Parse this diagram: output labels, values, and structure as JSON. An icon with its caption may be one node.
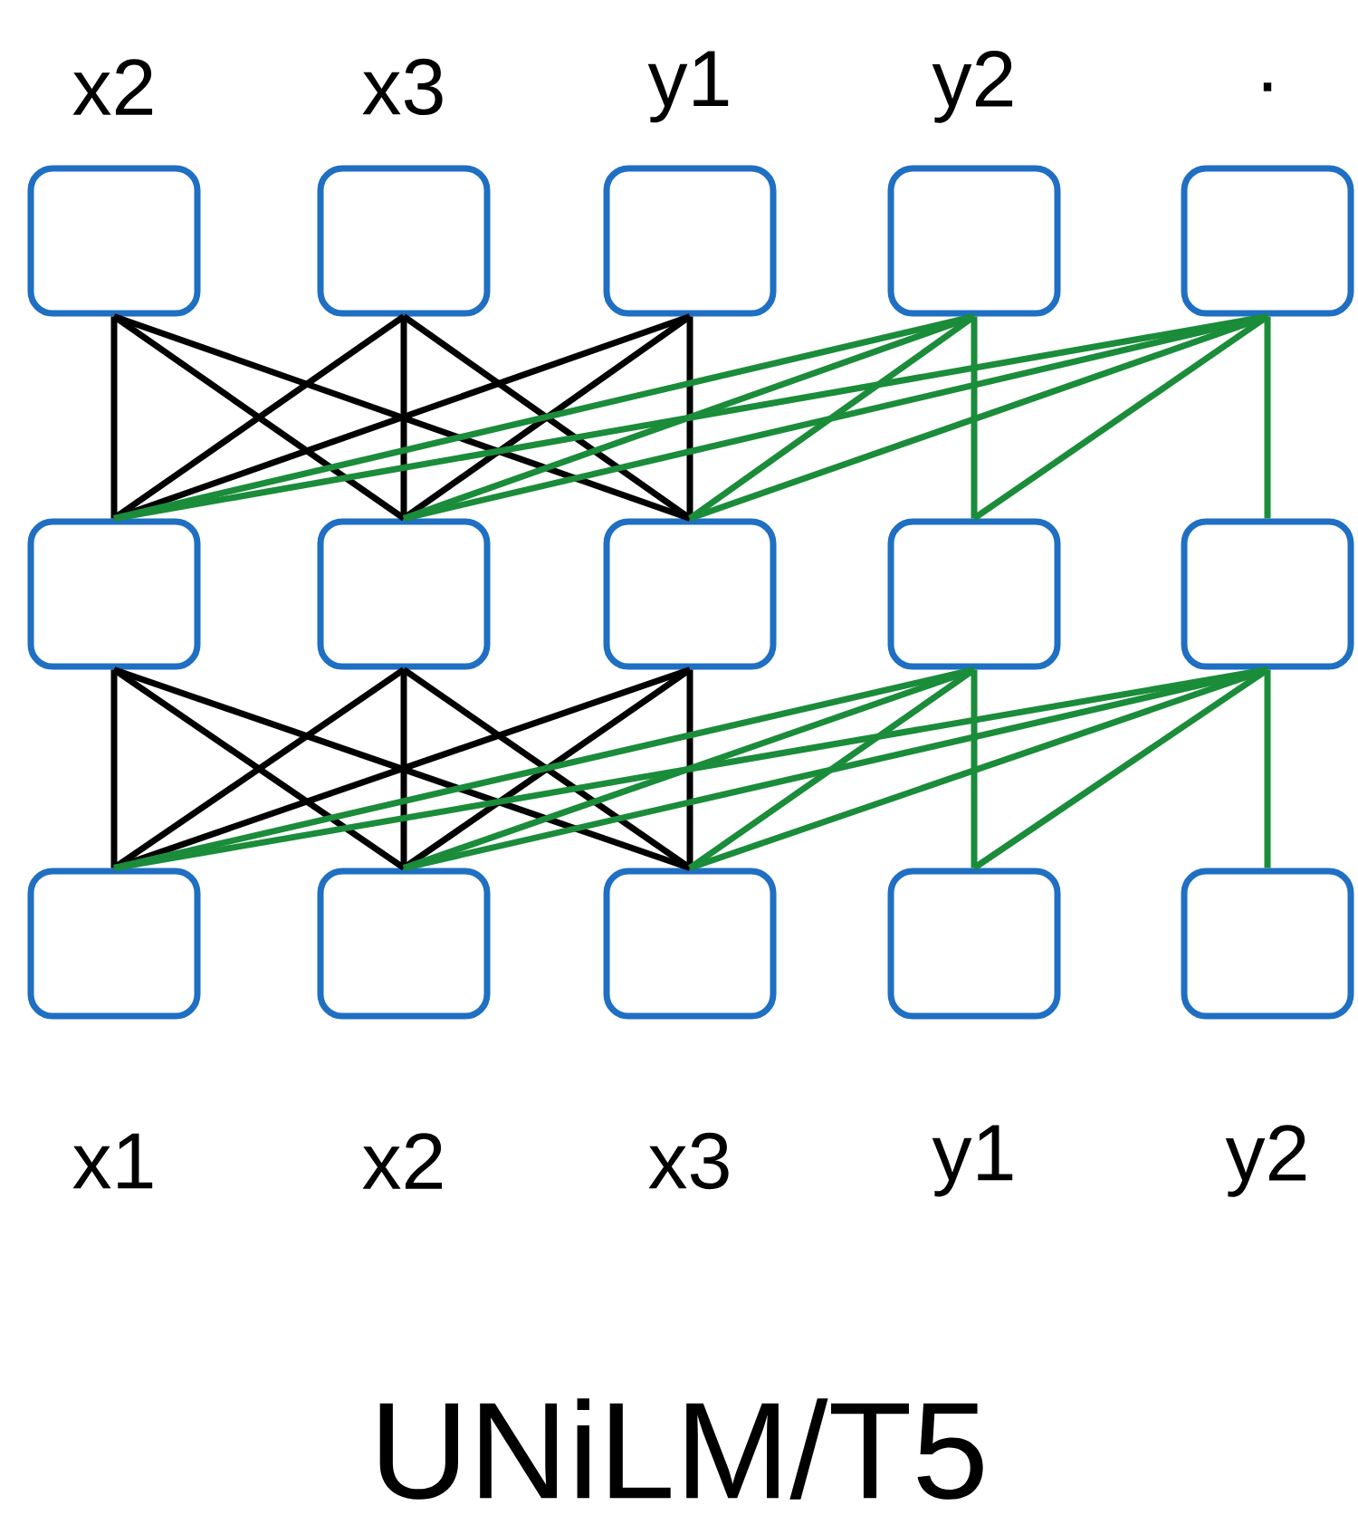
{
  "diagram": {
    "caption": "UNiLM/T5",
    "nodes": [
      {
        "text": [
          "x2"
        ]
      },
      {
        "text": [
          "x3"
        ]
      },
      {
        "text": [
          "y1"
        ]
      },
      {
        "text": [
          "y2"
        ]
      },
      {
        "text": [
          "."
        ]
      },
      {
        "text": [],
        "shape": "box"
      },
      {
        "text": [],
        "shape": "box"
      },
      {
        "text": [],
        "shape": "box"
      },
      {
        "text": [],
        "shape": "box"
      },
      {
        "text": [],
        "shape": "box"
      },
      {
        "text": [
          "x1"
        ]
      },
      {
        "text": [
          "x2"
        ]
      },
      {
        "text": [
          "x3"
        ]
      },
      {
        "text": [
          "y1"
        ]
      },
      {
        "text": [
          "y2"
        ]
      }
    ],
    "edges": [
      {
        "from": 0,
        "to": 5,
        "arrow": "none"
      },
      {
        "from": 0,
        "to": 6,
        "arrow": "none"
      },
      {
        "from": 0,
        "to": 7,
        "arrow": "none"
      },
      {
        "from": 1,
        "to": 5,
        "arrow": "none"
      },
      {
        "from": 1,
        "to": 6,
        "arrow": "none"
      },
      {
        "from": 1,
        "to": 7,
        "arrow": "none"
      },
      {
        "from": 2,
        "to": 5,
        "arrow": "none"
      },
      {
        "from": 2,
        "to": 6,
        "arrow": "none"
      },
      {
        "from": 2,
        "to": 7,
        "arrow": "none"
      },
      {
        "from": 3,
        "to": 5,
        "arrow": "none",
        "color": "#1a8c3a"
      },
      {
        "from": 3,
        "to": 6,
        "arrow": "none",
        "color": "#1a8c3a"
      },
      {
        "from": 3,
        "to": 7,
        "arrow": "none",
        "color": "#1a8c3a"
      },
      {
        "from": 3,
        "to": 8,
        "arrow": "none",
        "color": "#1a8c3a"
      },
      {
        "from": 4,
        "to": 5,
        "arrow": "none",
        "color": "#1a8c3a"
      },
      {
        "from": 4,
        "to": 6,
        "arrow": "none",
        "color": "#1a8c3a"
      },
      {
        "from": 4,
        "to": 7,
        "arrow": "none",
        "color": "#1a8c3a"
      },
      {
        "from": 4,
        "to": 8,
        "arrow": "none",
        "color": "#1a8c3a"
      },
      {
        "from": 4,
        "to": 9,
        "arrow": "none",
        "color": "#1a8c3a"
      },
      {
        "from": 5,
        "to": 10,
        "arrow": "none"
      },
      {
        "from": 5,
        "to": 11,
        "arrow": "none"
      },
      {
        "from": 5,
        "to": 12,
        "arrow": "none"
      },
      {
        "from": 6,
        "to": 10,
        "arrow": "none"
      },
      {
        "from": 6,
        "to": 11,
        "arrow": "none"
      },
      {
        "from": 6,
        "to": 12,
        "arrow": "none"
      },
      {
        "from": 7,
        "to": 10,
        "arrow": "none"
      },
      {
        "from": 7,
        "to": 11,
        "arrow": "none"
      },
      {
        "from": 7,
        "to": 12,
        "arrow": "none"
      },
      {
        "from": 8,
        "to": 10,
        "arrow": "none",
        "color": "#1a8c3a"
      },
      {
        "from": 8,
        "to": 11,
        "arrow": "none",
        "color": "#1a8c3a"
      },
      {
        "from": 8,
        "to": 12,
        "arrow": "none",
        "color": "#1a8c3a"
      },
      {
        "from": 8,
        "to": 13,
        "arrow": "none",
        "color": "#1a8c3a"
      },
      {
        "from": 9,
        "to": 10,
        "arrow": "none",
        "color": "#1a8c3a"
      },
      {
        "from": 9,
        "to": 11,
        "arrow": "none",
        "color": "#1a8c3a"
      },
      {
        "from": 9,
        "to": 12,
        "arrow": "none",
        "color": "#1a8c3a"
      },
      {
        "from": 9,
        "to": 13,
        "arrow": "none",
        "color": "#1a8c3a"
      },
      {
        "from": 9,
        "to": 14,
        "arrow": "none",
        "color": "#1a8c3a"
      }
    ]
  }
}
